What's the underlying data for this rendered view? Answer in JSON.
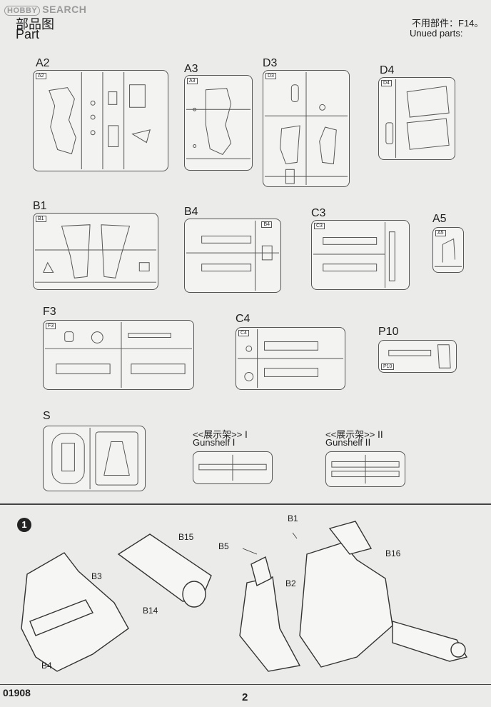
{
  "watermark": {
    "logo": "HOBBY",
    "text": "SEARCH"
  },
  "header": {
    "title_cn": "部品图",
    "title_en": "Part",
    "unused_cn": "不用部件：F14。",
    "unused_en": "Unued parts:"
  },
  "sprues": {
    "A2": "A2",
    "A3": "A3",
    "D3": "D3",
    "D4": "D4",
    "B1": "B1",
    "B4": "B4",
    "C3": "C3",
    "A5": "A5",
    "F3": "F3",
    "C4": "C4",
    "P10": "P10",
    "S": "S"
  },
  "gunshelf": {
    "one_cn": "<<展示架>> Ⅰ",
    "one_en": "Gunshelf Ⅰ",
    "two_cn": "<<展示架>> ⅠⅠ",
    "two_en": "Gunshelf ⅠⅠ"
  },
  "step": {
    "number": "1",
    "callouts": {
      "B15": "B15",
      "B3": "B3",
      "B14": "B14",
      "B4": "B4",
      "B5": "B5",
      "B1": "B1",
      "B2": "B2",
      "B16": "B16"
    }
  },
  "footer": {
    "code": "01908",
    "page": "2"
  }
}
